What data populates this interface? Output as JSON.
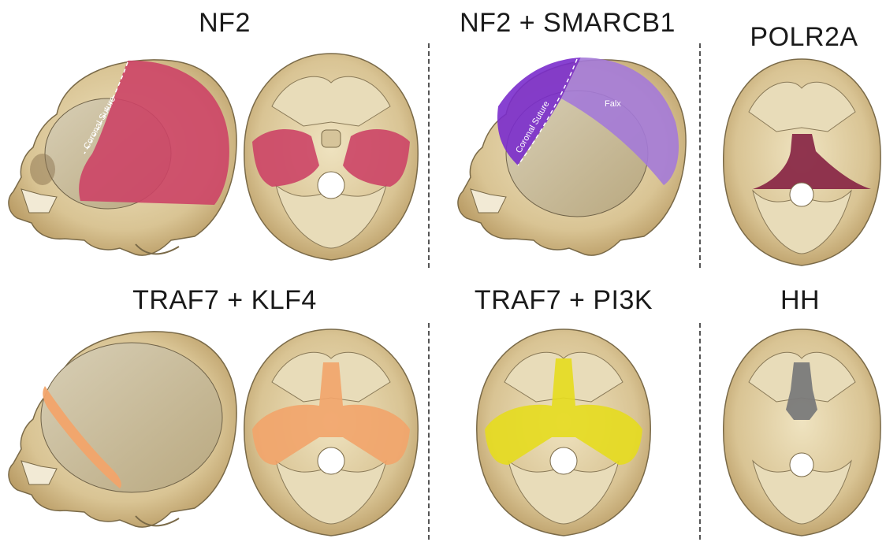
{
  "groups": [
    {
      "title": "NF2",
      "color": "#cc4466"
    },
    {
      "title": "NF2 + SMARCB1",
      "color": "#7a2ccc",
      "color2": "#a47ad8"
    },
    {
      "title": "POLR2A",
      "color": "#8a2a48"
    },
    {
      "title": "TRAF7 + KLF4",
      "color": "#f2a46a"
    },
    {
      "title": "TRAF7 + PI3K",
      "color": "#e6dc1e"
    },
    {
      "title": "HH",
      "color": "#7a7a7a"
    }
  ],
  "annotations": {
    "coronal_suture": "Coronal Suture",
    "falx": "Falx"
  }
}
